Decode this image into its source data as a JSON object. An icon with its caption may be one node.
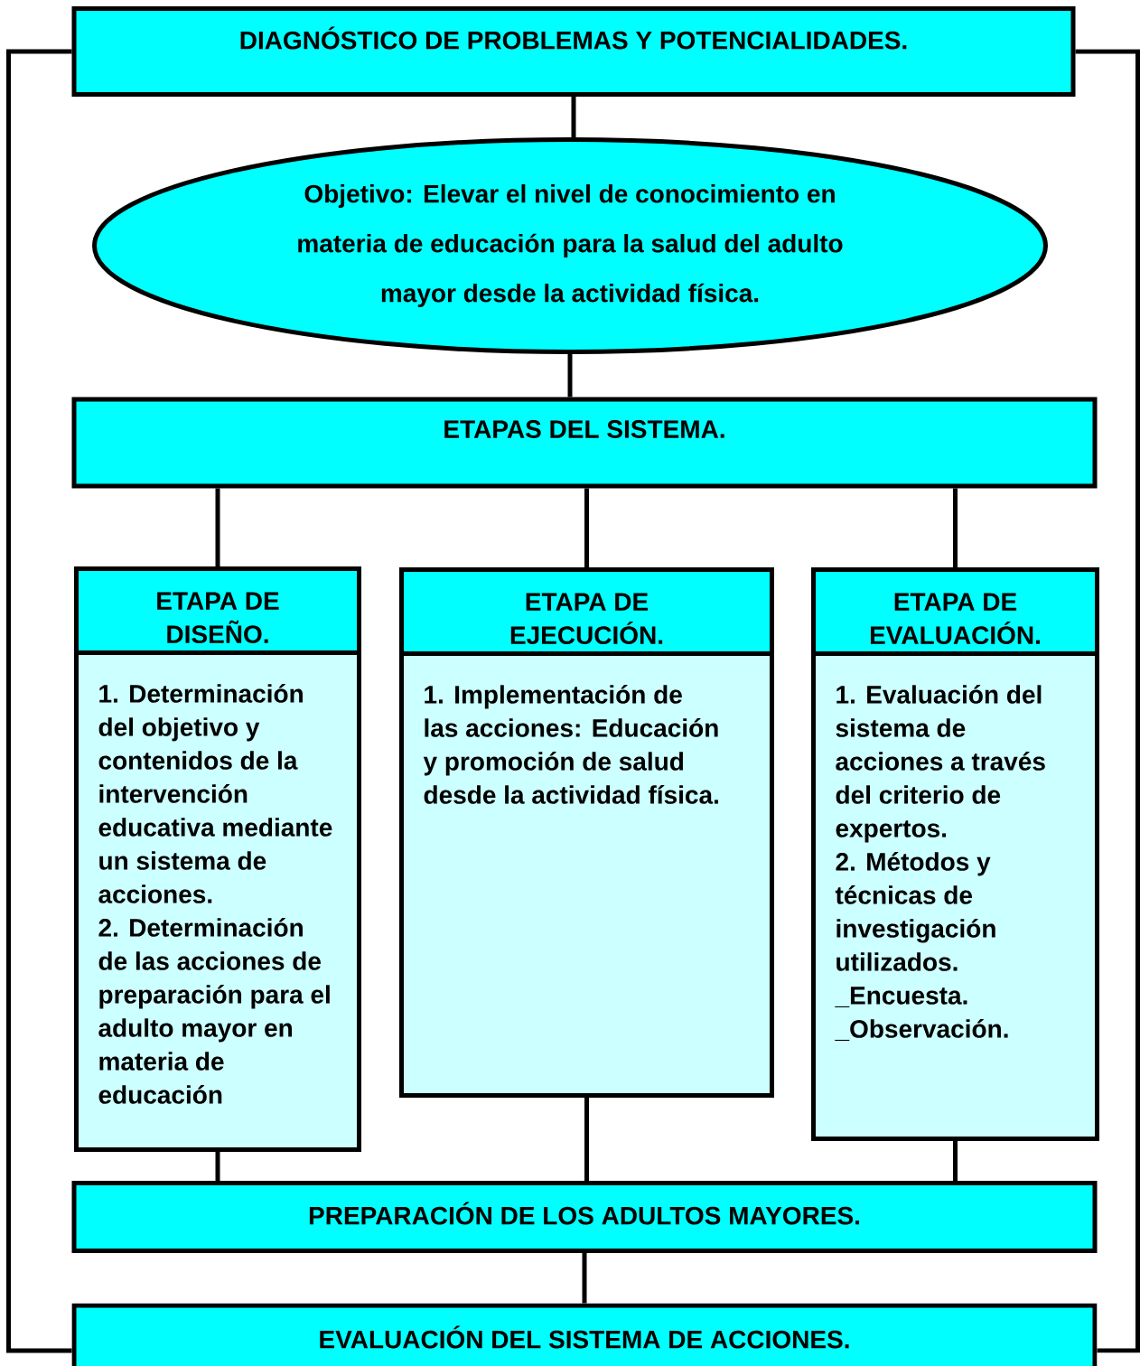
{
  "diagram": {
    "nodes": [
      {
        "text": [
          "DIAGNÓSTICO DE PROBLEMAS Y POTENCIALIDADES."
        ]
      },
      {
        "text": [
          "Objetivo: Elevar el nivel de conocimiento en materia de educación para la salud del adulto mayor desde la actividad física."
        ]
      },
      {
        "text": [
          "ETAPAS DEL SISTEMA."
        ]
      },
      {
        "text": [
          "ETAPA DE DISEÑO.",
          "1. Determinación del objetivo y contenidos de la intervención educativa mediante un sistema de acciones.",
          "2. Determinación de las acciones de preparación para el adulto mayor en materia de educación"
        ]
      },
      {
        "text": [
          "ETAPA DE EJECUCIÓN.",
          "1. Implementación de las acciones: Educación y promoción de salud desde la actividad física."
        ]
      },
      {
        "text": [
          "ETAPA DE EVALUACIÓN.",
          "1. Evaluación del sistema de acciones a través del criterio de expertos.",
          "2. Métodos y técnicas de investigación utilizados.",
          "_Encuesta.",
          "_Observación."
        ]
      },
      {
        "text": [
          "PREPARACIÓN DE LOS ADULTOS MAYORES."
        ]
      },
      {
        "text": [
          "EVALUACIÓN DEL SISTEMA DE ACCIONES."
        ]
      }
    ],
    "edges": [
      {
        "from": 0,
        "to": 1,
        "arrow": "none"
      },
      {
        "from": 1,
        "to": 2,
        "arrow": "none"
      },
      {
        "from": 2,
        "to": 3,
        "arrow": "none"
      },
      {
        "from": 2,
        "to": 4,
        "arrow": "none"
      },
      {
        "from": 2,
        "to": 5,
        "arrow": "none"
      },
      {
        "from": 3,
        "to": 6,
        "arrow": "none"
      },
      {
        "from": 4,
        "to": 6,
        "arrow": "none"
      },
      {
        "from": 5,
        "to": 6,
        "arrow": "none"
      },
      {
        "from": 6,
        "to": 7,
        "arrow": "none"
      },
      {
        "from": 7,
        "to": 0,
        "arrow": "none"
      },
      {
        "from": 7,
        "to": 0,
        "arrow": "none"
      }
    ]
  }
}
